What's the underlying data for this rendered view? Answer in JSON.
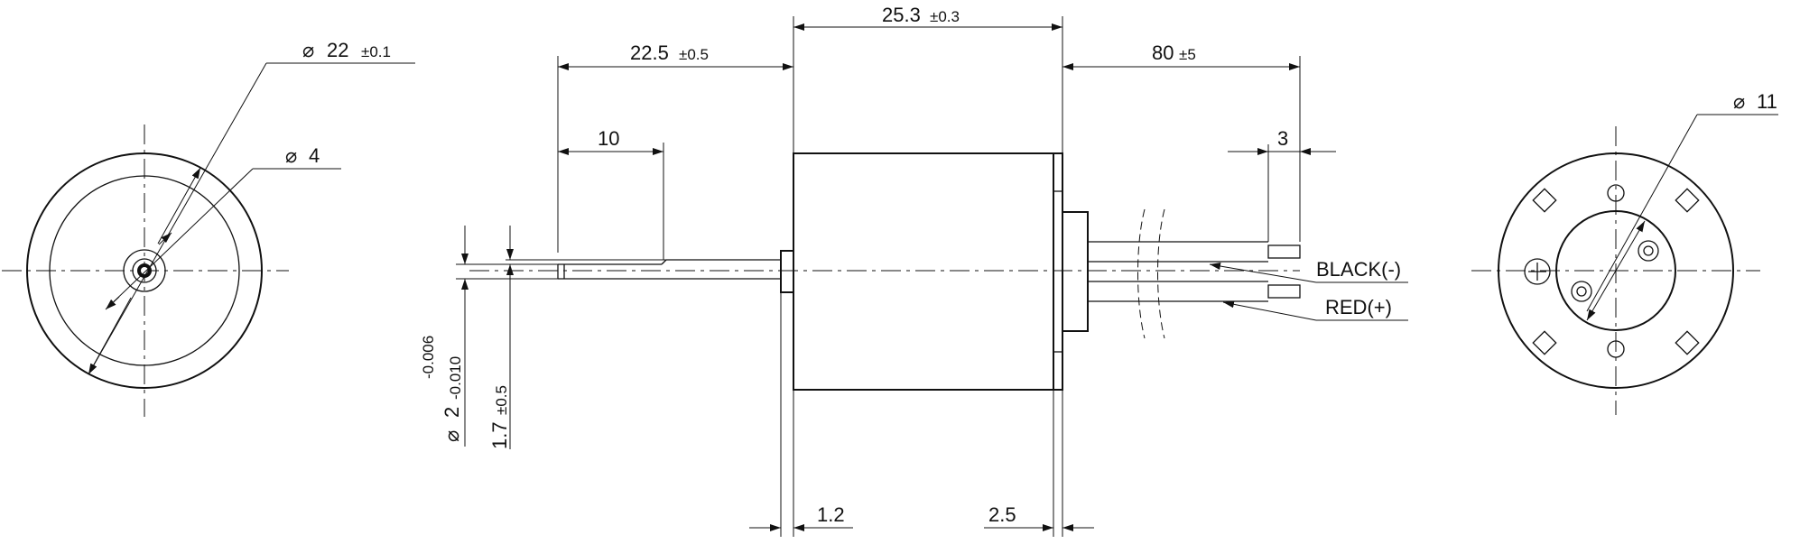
{
  "front_view": {
    "outer_diameter": {
      "symbol": "⌀",
      "value": "22",
      "tol": "±0.1"
    },
    "boss_diameter": {
      "symbol": "⌀",
      "value": "4"
    }
  },
  "side_view": {
    "body_length": {
      "value": "25.3",
      "tol": "±0.3"
    },
    "shaft_length": {
      "value": "22.5",
      "tol": "±0.5"
    },
    "shaft_flat_length": {
      "value": "10"
    },
    "lead_length": {
      "value": "80",
      "tol": "±5"
    },
    "lead_strip": {
      "value": "3"
    },
    "shaft_diameter": {
      "symbol": "⌀",
      "value": "2",
      "tol_upper": "-0.006",
      "tol_lower": "-0.010"
    },
    "flat_depth": {
      "value": "1.7",
      "tol": "±0.5"
    },
    "collar_thickness": {
      "value": "1.2"
    },
    "endcap_thickness": {
      "value": "2.5"
    },
    "wire_black_label": "BLACK(-)",
    "wire_red_label": "RED(+)"
  },
  "rear_view": {
    "hub_diameter": {
      "symbol": "⌀",
      "value": "11"
    }
  }
}
